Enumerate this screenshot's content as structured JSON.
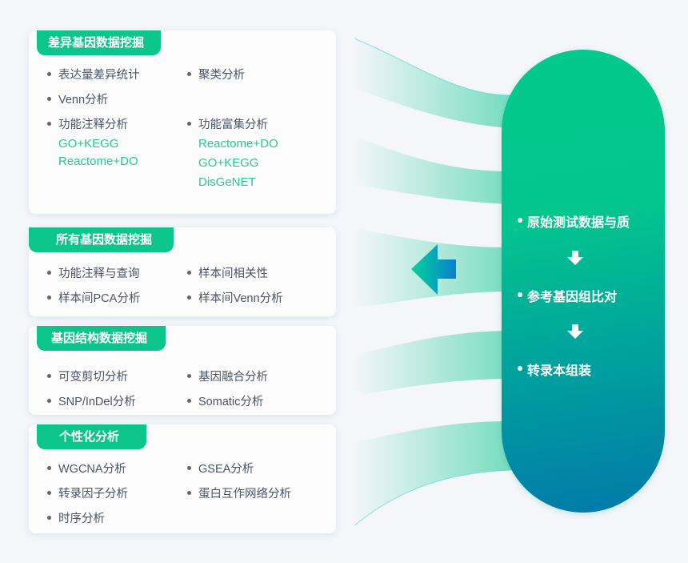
{
  "panels": [
    {
      "title": "差异基因数据挖掘",
      "left": [
        {
          "label": "表达量差异统计"
        },
        {
          "label": "Venn分析"
        },
        {
          "label": "功能注释分析",
          "subs": [
            "GO+KEGG",
            "Reactome+DO"
          ]
        }
      ],
      "right": [
        {
          "label": "聚类分析"
        },
        {
          "label": "功能富集分析",
          "subs": [
            "Reactome+DO",
            "GO+KEGG",
            "DisGeNET"
          ]
        }
      ]
    },
    {
      "title": "所有基因数据挖掘",
      "left": [
        {
          "label": "功能注释与查询"
        },
        {
          "label": "样本间PCA分析"
        }
      ],
      "right": [
        {
          "label": "样本间相关性"
        },
        {
          "label": "样本间Venn分析"
        }
      ]
    },
    {
      "title": "基因结构数据挖掘",
      "left": [
        {
          "label": "可变剪切分析"
        },
        {
          "label": "SNP/InDel分析"
        }
      ],
      "right": [
        {
          "label": "基因融合分析"
        },
        {
          "label": "Somatic分析"
        }
      ]
    },
    {
      "title": "个性化分析",
      "left": [
        {
          "label": "WGCNA分析"
        },
        {
          "label": "转录因子分析"
        },
        {
          "label": "时序分析"
        }
      ],
      "right": [
        {
          "label": "GSEA分析"
        },
        {
          "label": "蛋白互作网络分析"
        }
      ]
    }
  ],
  "pipeline": {
    "steps": [
      "原始测试数据与质",
      "参考基因组比对",
      "转录本组装"
    ]
  },
  "colors": {
    "accent": "#0cc58b",
    "sub_text": "#27c98f",
    "arrow_start": "#06d39a",
    "arrow_end": "#0680d0"
  }
}
